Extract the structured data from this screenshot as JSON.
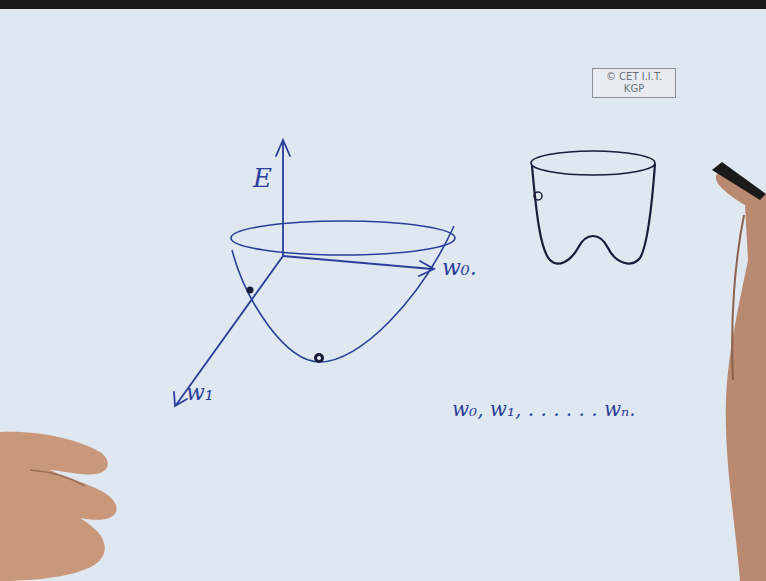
{
  "diagram": {
    "nodes": [
      {
        "text": [
          "© CET I.I.T. KGP"
        ]
      }
    ],
    "labels": [
      "E",
      "w₀.",
      "w₁",
      "w₀, w₁, . . . . . . wₙ."
    ]
  }
}
